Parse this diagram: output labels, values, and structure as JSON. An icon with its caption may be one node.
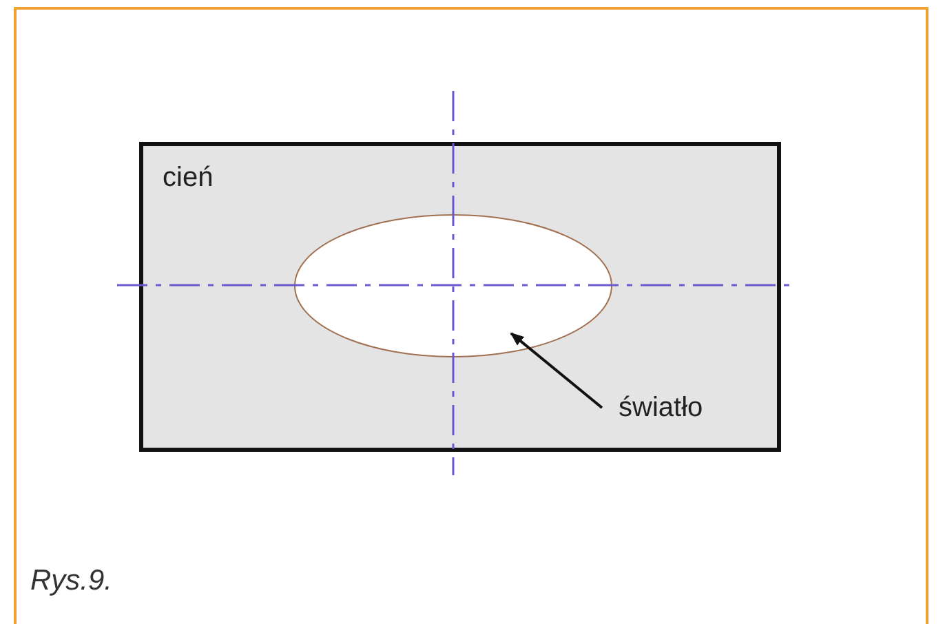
{
  "diagram": {
    "caption": "Rys.9.",
    "nodes": [
      {
        "text": [
          "cień"
        ]
      },
      {
        "text": [],
        "shape": "ellipse",
        "in": 0
      },
      {
        "text": [
          "światło"
        ],
        "in": 0
      }
    ],
    "edges": [
      {
        "from": 2,
        "to": 1,
        "arrow": "to"
      }
    ]
  }
}
